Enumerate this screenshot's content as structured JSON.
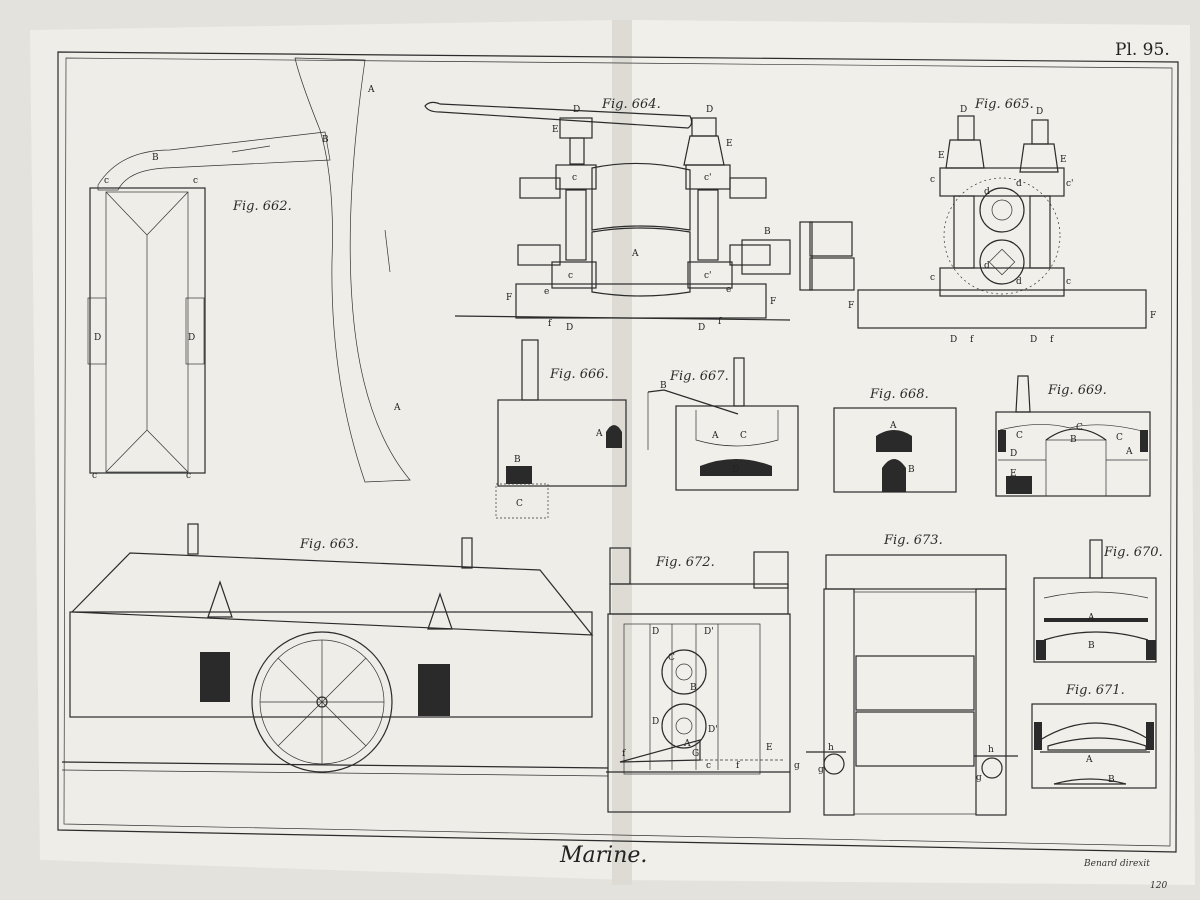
{
  "plate": {
    "number": "Pl. 95.",
    "title": "Marine.",
    "engraver": "Benard direxit",
    "page": "120"
  },
  "figures": {
    "f662": "Fig. 662.",
    "f663": "Fig. 663.",
    "f664": "Fig. 664.",
    "f665": "Fig. 665.",
    "f666": "Fig. 666.",
    "f667": "Fig. 667.",
    "f668": "Fig. 668.",
    "f669": "Fig. 669.",
    "f670": "Fig. 670.",
    "f671": "Fig. 671.",
    "f672": "Fig. 672.",
    "f673": "Fig. 673."
  },
  "letters": {
    "A": "A",
    "B": "B",
    "C": "C",
    "D": "D",
    "E": "E",
    "F": "F",
    "G": "G",
    "c": "c",
    "cp": "c'",
    "d": "d",
    "e": "e",
    "f": "f",
    "g": "g",
    "h": "h",
    "Dp": "D'"
  },
  "colors": {
    "paper": "#efeee9",
    "ink": "#2b2b2b",
    "gutter": "#d9d7d0"
  }
}
